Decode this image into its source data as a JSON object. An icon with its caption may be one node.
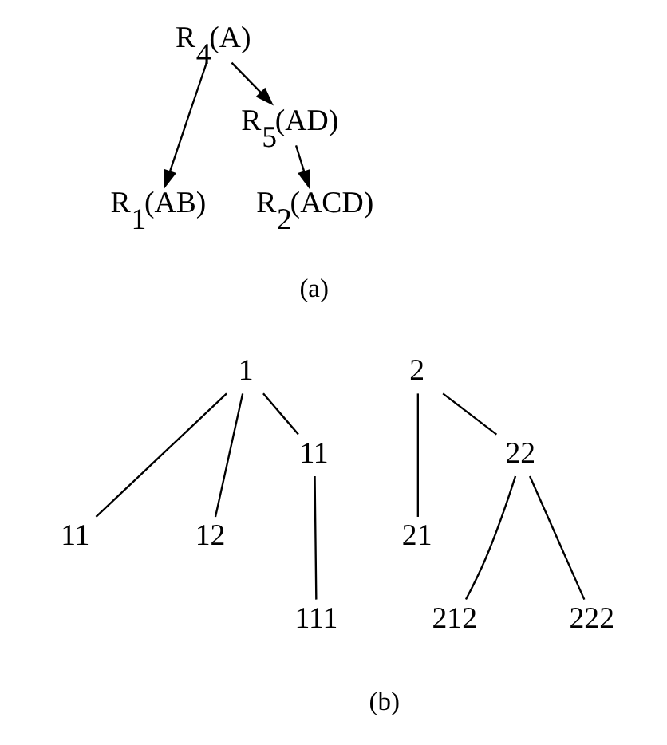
{
  "diagram": {
    "nodes": [
      {
        "text": [
          "R$_{4}$(A)"
        ]
      },
      {
        "text": [
          "R$_{1}$(AB)"
        ]
      },
      {
        "text": [
          "R$_{5}$(AD)"
        ]
      },
      {
        "text": [
          "R$_{2}$(ACD)"
        ]
      },
      {
        "text": [
          "1"
        ]
      },
      {
        "text": [
          "2"
        ]
      },
      {
        "text": [
          "11"
        ]
      },
      {
        "text": [
          "12"
        ]
      },
      {
        "text": [
          "21"
        ]
      },
      {
        "text": [
          "11"
        ]
      },
      {
        "text": [
          "22"
        ]
      },
      {
        "text": [
          "111"
        ]
      },
      {
        "text": [
          "212"
        ]
      },
      {
        "text": [
          "222"
        ]
      }
    ],
    "edges": [
      {
        "from": 0,
        "to": 1,
        "arrow": "to"
      },
      {
        "from": 0,
        "to": 2,
        "arrow": "to"
      },
      {
        "from": 2,
        "to": 3,
        "arrow": "to"
      },
      {
        "from": 4,
        "to": 6,
        "arrow": "none"
      },
      {
        "from": 4,
        "to": 7,
        "arrow": "none"
      },
      {
        "from": 4,
        "to": 9,
        "arrow": "none"
      },
      {
        "from": 5,
        "to": 8,
        "arrow": "none"
      },
      {
        "from": 5,
        "to": 10,
        "arrow": "none"
      },
      {
        "from": 9,
        "to": 11,
        "arrow": "none"
      },
      {
        "from": 10,
        "to": 12,
        "arrow": "none"
      },
      {
        "from": 10,
        "to": 13,
        "arrow": "none"
      }
    ],
    "labels": [
      "(a)",
      "(b)"
    ]
  }
}
